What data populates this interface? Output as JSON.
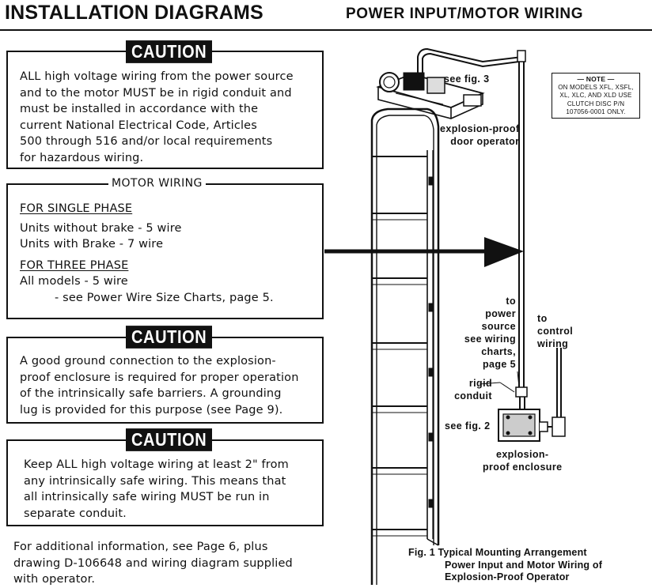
{
  "header": {
    "title": "INSTALLATION DIAGRAMS",
    "section": "POWER INPUT/MOTOR WIRING"
  },
  "caution1": {
    "label": "CAUTION",
    "lines": [
      "ALL high voltage wiring from the power source",
      "and to the motor MUST be in rigid conduit and",
      "must be installed in accordance with the",
      "current National Electrical Code, Articles",
      "500 through 516 and/or local requirements",
      "for hazardous wiring."
    ]
  },
  "motor_wiring": {
    "title": "MOTOR WIRING",
    "single_phase_heading": "FOR SINGLE PHASE",
    "single_phase_lines": [
      "Units without brake - 5 wire",
      "Units with Brake - 7 wire"
    ],
    "three_phase_heading": "FOR THREE PHASE",
    "three_phase_line": "All models - 5 wire",
    "see_line": "- see Power Wire Size Charts, page 5."
  },
  "caution2": {
    "label": "CAUTION",
    "lines": [
      "A good ground connection to the explosion-",
      "proof enclosure is required for proper operation",
      "of the intrinsically safe barriers.  A grounding",
      "lug is provided for this purpose (see Page 9)."
    ]
  },
  "caution3": {
    "label": "CAUTION",
    "lines": [
      "Keep ALL high voltage wiring at least 2\" from",
      "any intrinsically safe wiring.  This means that",
      "all intrinsically safe wiring MUST be run in",
      "separate conduit."
    ]
  },
  "footer_note": {
    "lines": [
      "For additional information, see Page 6, plus",
      "drawing D-106648  and wiring diagram supplied",
      "with operator."
    ]
  },
  "figure": {
    "see_fig3": "see fig. 3",
    "operator_label": [
      "explosion-proof",
      "door operator"
    ],
    "note_title": "NOTE",
    "note_lines": [
      "ON MODELS XFL, XSFL,",
      "XL, XLC, AND XLD USE",
      "CLUTCH DISC P/N",
      "107056-0001 ONLY."
    ],
    "power_source_label": [
      "to",
      "power",
      "source",
      "see wiring",
      "charts,",
      "page 5"
    ],
    "control_label": [
      "to",
      "control",
      "wiring"
    ],
    "rigid_conduit_label": [
      "rigid",
      "conduit"
    ],
    "see_fig2": "see fig. 2",
    "enclosure_label": [
      "explosion-",
      "proof enclosure"
    ],
    "caption_lines": [
      "Fig. 1 Typical Mounting Arrangement",
      "Power Input and Motor Wiring of",
      "Explosion-Proof Operator"
    ]
  }
}
